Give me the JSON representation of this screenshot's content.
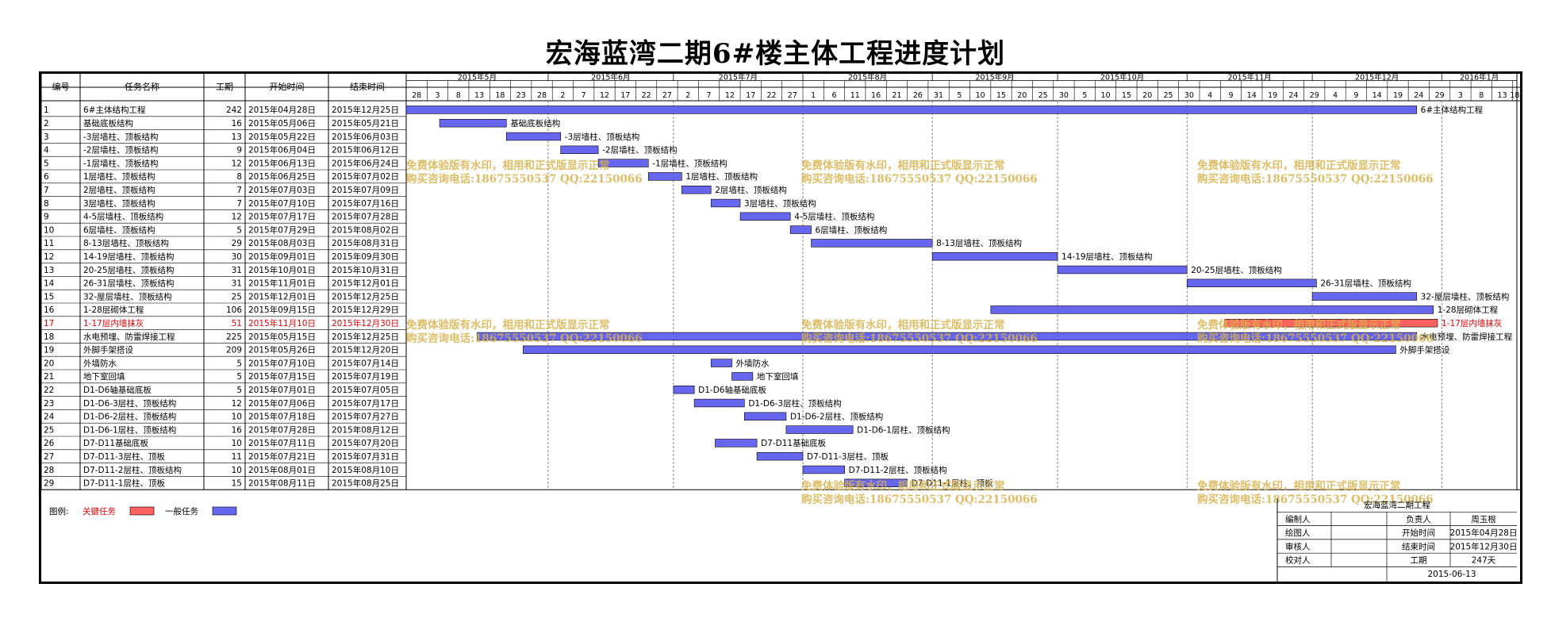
{
  "title": "宏海蓝湾二期6#楼主体工程进度计划",
  "columns": {
    "id": "编号",
    "name": "任务名称",
    "duration": "工期",
    "start": "开始时间",
    "end": "结束时间"
  },
  "months": [
    "2015年5月",
    "2015年6月",
    "2015年7月",
    "2015年8月",
    "2015年9月",
    "2015年10月",
    "2015年11月",
    "2015年12月",
    "2016年1月"
  ],
  "day_ticks": [
    "28",
    "3",
    "8",
    "13",
    "18",
    "23",
    "28",
    "2",
    "7",
    "12",
    "17",
    "22",
    "27",
    "2",
    "7",
    "12",
    "17",
    "22",
    "27",
    "1",
    "6",
    "11",
    "16",
    "21",
    "26",
    "31",
    "5",
    "10",
    "15",
    "20",
    "25",
    "30",
    "5",
    "10",
    "15",
    "20",
    "25",
    "30",
    "4",
    "9",
    "14",
    "19",
    "24",
    "29",
    "4",
    "9",
    "14",
    "19",
    "24",
    "29",
    "3",
    "8",
    "13",
    "18"
  ],
  "colors": {
    "general": "#6666ee",
    "critical": "#ff6060",
    "critical_text": "#e00000",
    "watermark": "#d9b24c"
  },
  "watermark": {
    "line1": "免费体验版有水印，相用和正式版显示正常",
    "line2": "购买咨询电话:18675550537 QQ:22150066"
  },
  "chart_data": {
    "type": "gantt",
    "title": "宏海蓝湾二期6#楼主体工程进度计划",
    "x_range": [
      "2015-04-28",
      "2016-01-18"
    ],
    "tasks": [
      {
        "id": "1",
        "name": "6#主体结构工程",
        "duration": "242",
        "start": "2015年04月28日",
        "end": "2015年12月25日",
        "s": "2015-04-28",
        "e": "2015-12-25",
        "critical": false
      },
      {
        "id": "2",
        "name": "基础底板结构",
        "duration": "16",
        "start": "2015年05月06日",
        "end": "2015年05月21日",
        "s": "2015-05-06",
        "e": "2015-05-21",
        "critical": false
      },
      {
        "id": "3",
        "name": "-3层墙柱、顶板结构",
        "duration": "13",
        "start": "2015年05月22日",
        "end": "2015年06月03日",
        "s": "2015-05-22",
        "e": "2015-06-03",
        "critical": false
      },
      {
        "id": "4",
        "name": "-2层墙柱、顶板结构",
        "duration": "9",
        "start": "2015年06月04日",
        "end": "2015年06月12日",
        "s": "2015-06-04",
        "e": "2015-06-12",
        "critical": false
      },
      {
        "id": "5",
        "name": "-1层墙柱、顶板结构",
        "duration": "12",
        "start": "2015年06月13日",
        "end": "2015年06月24日",
        "s": "2015-06-13",
        "e": "2015-06-24",
        "critical": false
      },
      {
        "id": "6",
        "name": "1层墙柱、顶板结构",
        "duration": "8",
        "start": "2015年06月25日",
        "end": "2015年07月02日",
        "s": "2015-06-25",
        "e": "2015-07-02",
        "critical": false
      },
      {
        "id": "7",
        "name": "2层墙柱、顶板结构",
        "duration": "7",
        "start": "2015年07月03日",
        "end": "2015年07月09日",
        "s": "2015-07-03",
        "e": "2015-07-09",
        "critical": false
      },
      {
        "id": "8",
        "name": "3层墙柱、顶板结构",
        "duration": "7",
        "start": "2015年07月10日",
        "end": "2015年07月16日",
        "s": "2015-07-10",
        "e": "2015-07-16",
        "critical": false
      },
      {
        "id": "9",
        "name": "4-5层墙柱、顶板结构",
        "duration": "12",
        "start": "2015年07月17日",
        "end": "2015年07月28日",
        "s": "2015-07-17",
        "e": "2015-07-28",
        "critical": false
      },
      {
        "id": "10",
        "name": "6层墙柱、顶板结构",
        "duration": "5",
        "start": "2015年07月29日",
        "end": "2015年08月02日",
        "s": "2015-07-29",
        "e": "2015-08-02",
        "critical": false
      },
      {
        "id": "11",
        "name": "8-13层墙柱、顶板结构",
        "duration": "29",
        "start": "2015年08月03日",
        "end": "2015年08月31日",
        "s": "2015-08-03",
        "e": "2015-08-31",
        "critical": false
      },
      {
        "id": "12",
        "name": "14-19层墙柱、顶板结构",
        "duration": "30",
        "start": "2015年09月01日",
        "end": "2015年09月30日",
        "s": "2015-09-01",
        "e": "2015-09-30",
        "critical": false
      },
      {
        "id": "13",
        "name": "20-25层墙柱、顶板结构",
        "duration": "31",
        "start": "2015年10月01日",
        "end": "2015年10月31日",
        "s": "2015-10-01",
        "e": "2015-10-31",
        "critical": false
      },
      {
        "id": "14",
        "name": "26-31层墙柱、顶板结构",
        "duration": "31",
        "start": "2015年11月01日",
        "end": "2015年12月01日",
        "s": "2015-11-01",
        "e": "2015-12-01",
        "critical": false
      },
      {
        "id": "15",
        "name": "32-屋层墙柱、顶板结构",
        "duration": "25",
        "start": "2015年12月01日",
        "end": "2015年12月25日",
        "s": "2015-12-01",
        "e": "2015-12-25",
        "critical": false
      },
      {
        "id": "16",
        "name": "1-28层砌体工程",
        "duration": "106",
        "start": "2015年09月15日",
        "end": "2015年12月29日",
        "s": "2015-09-15",
        "e": "2015-12-29",
        "critical": false
      },
      {
        "id": "17",
        "name": "1-17层内墙抹灰",
        "duration": "51",
        "start": "2015年11月10日",
        "end": "2015年12月30日",
        "s": "2015-11-10",
        "e": "2015-12-30",
        "critical": true
      },
      {
        "id": "18",
        "name": "水电预埋、防雷焊接工程",
        "duration": "225",
        "start": "2015年05月15日",
        "end": "2015年12月25日",
        "s": "2015-05-15",
        "e": "2015-12-25",
        "critical": false
      },
      {
        "id": "19",
        "name": "外脚手架搭设",
        "duration": "209",
        "start": "2015年05月26日",
        "end": "2015年12月20日",
        "s": "2015-05-26",
        "e": "2015-12-20",
        "critical": false
      },
      {
        "id": "20",
        "name": "外墙防水",
        "duration": "5",
        "start": "2015年07月10日",
        "end": "2015年07月14日",
        "s": "2015-07-10",
        "e": "2015-07-14",
        "critical": false
      },
      {
        "id": "21",
        "name": "地下室回填",
        "duration": "5",
        "start": "2015年07月15日",
        "end": "2015年07月19日",
        "s": "2015-07-15",
        "e": "2015-07-19",
        "critical": false
      },
      {
        "id": "22",
        "name": "D1-D6轴基础底板",
        "duration": "5",
        "start": "2015年07月01日",
        "end": "2015年07月05日",
        "s": "2015-07-01",
        "e": "2015-07-05",
        "critical": false
      },
      {
        "id": "23",
        "name": "D1-D6-3层柱、顶板结构",
        "duration": "12",
        "start": "2015年07月06日",
        "end": "2015年07月17日",
        "s": "2015-07-06",
        "e": "2015-07-17",
        "critical": false
      },
      {
        "id": "24",
        "name": "D1-D6-2层柱、顶板结构",
        "duration": "10",
        "start": "2015年07月18日",
        "end": "2015年07月27日",
        "s": "2015-07-18",
        "e": "2015-07-27",
        "critical": false
      },
      {
        "id": "25",
        "name": "D1-D6-1层柱、顶板结构",
        "duration": "16",
        "start": "2015年07月28日",
        "end": "2015年08月12日",
        "s": "2015-07-28",
        "e": "2015-08-12",
        "critical": false
      },
      {
        "id": "26",
        "name": "D7-D11基础底板",
        "duration": "10",
        "start": "2015年07月11日",
        "end": "2015年07月20日",
        "s": "2015-07-11",
        "e": "2015-07-20",
        "critical": false
      },
      {
        "id": "27",
        "name": "D7-D11-3层柱、顶板",
        "duration": "11",
        "start": "2015年07月21日",
        "end": "2015年07月31日",
        "s": "2015-07-21",
        "e": "2015-07-31",
        "critical": false
      },
      {
        "id": "28",
        "name": "D7-D11-2层柱、顶板结构",
        "duration": "10",
        "start": "2015年08月01日",
        "end": "2015年08月10日",
        "s": "2015-08-01",
        "e": "2015-08-10",
        "critical": false
      },
      {
        "id": "29",
        "name": "D7-D11-1层柱、顶板",
        "duration": "15",
        "start": "2015年08月11日",
        "end": "2015年08月25日",
        "s": "2015-08-11",
        "e": "2015-08-25",
        "critical": false
      }
    ],
    "bar_labels": {
      "3": "-3层墙柱、顶板结构",
      "4": "-2层墙柱、顶板结构",
      "5": "-1层墙柱、顶板结构"
    }
  },
  "legend": {
    "label": "图例:",
    "critical": "关键任务",
    "general": "一般任务"
  },
  "info_box": {
    "project": "宏海蓝湾二期工程",
    "rows": [
      {
        "k1": "编制人",
        "v1": "",
        "k2": "负责人",
        "v2": "周玉根"
      },
      {
        "k1": "绘图人",
        "v1": "",
        "k2": "开始时间",
        "v2": "2015年04月28日"
      },
      {
        "k1": "审核人",
        "v1": "",
        "k2": "结束时间",
        "v2": "2015年12月30日"
      },
      {
        "k1": "校对人",
        "v1": "",
        "k2": "工期",
        "v2": "247天"
      }
    ],
    "date": "2015-06-13"
  }
}
